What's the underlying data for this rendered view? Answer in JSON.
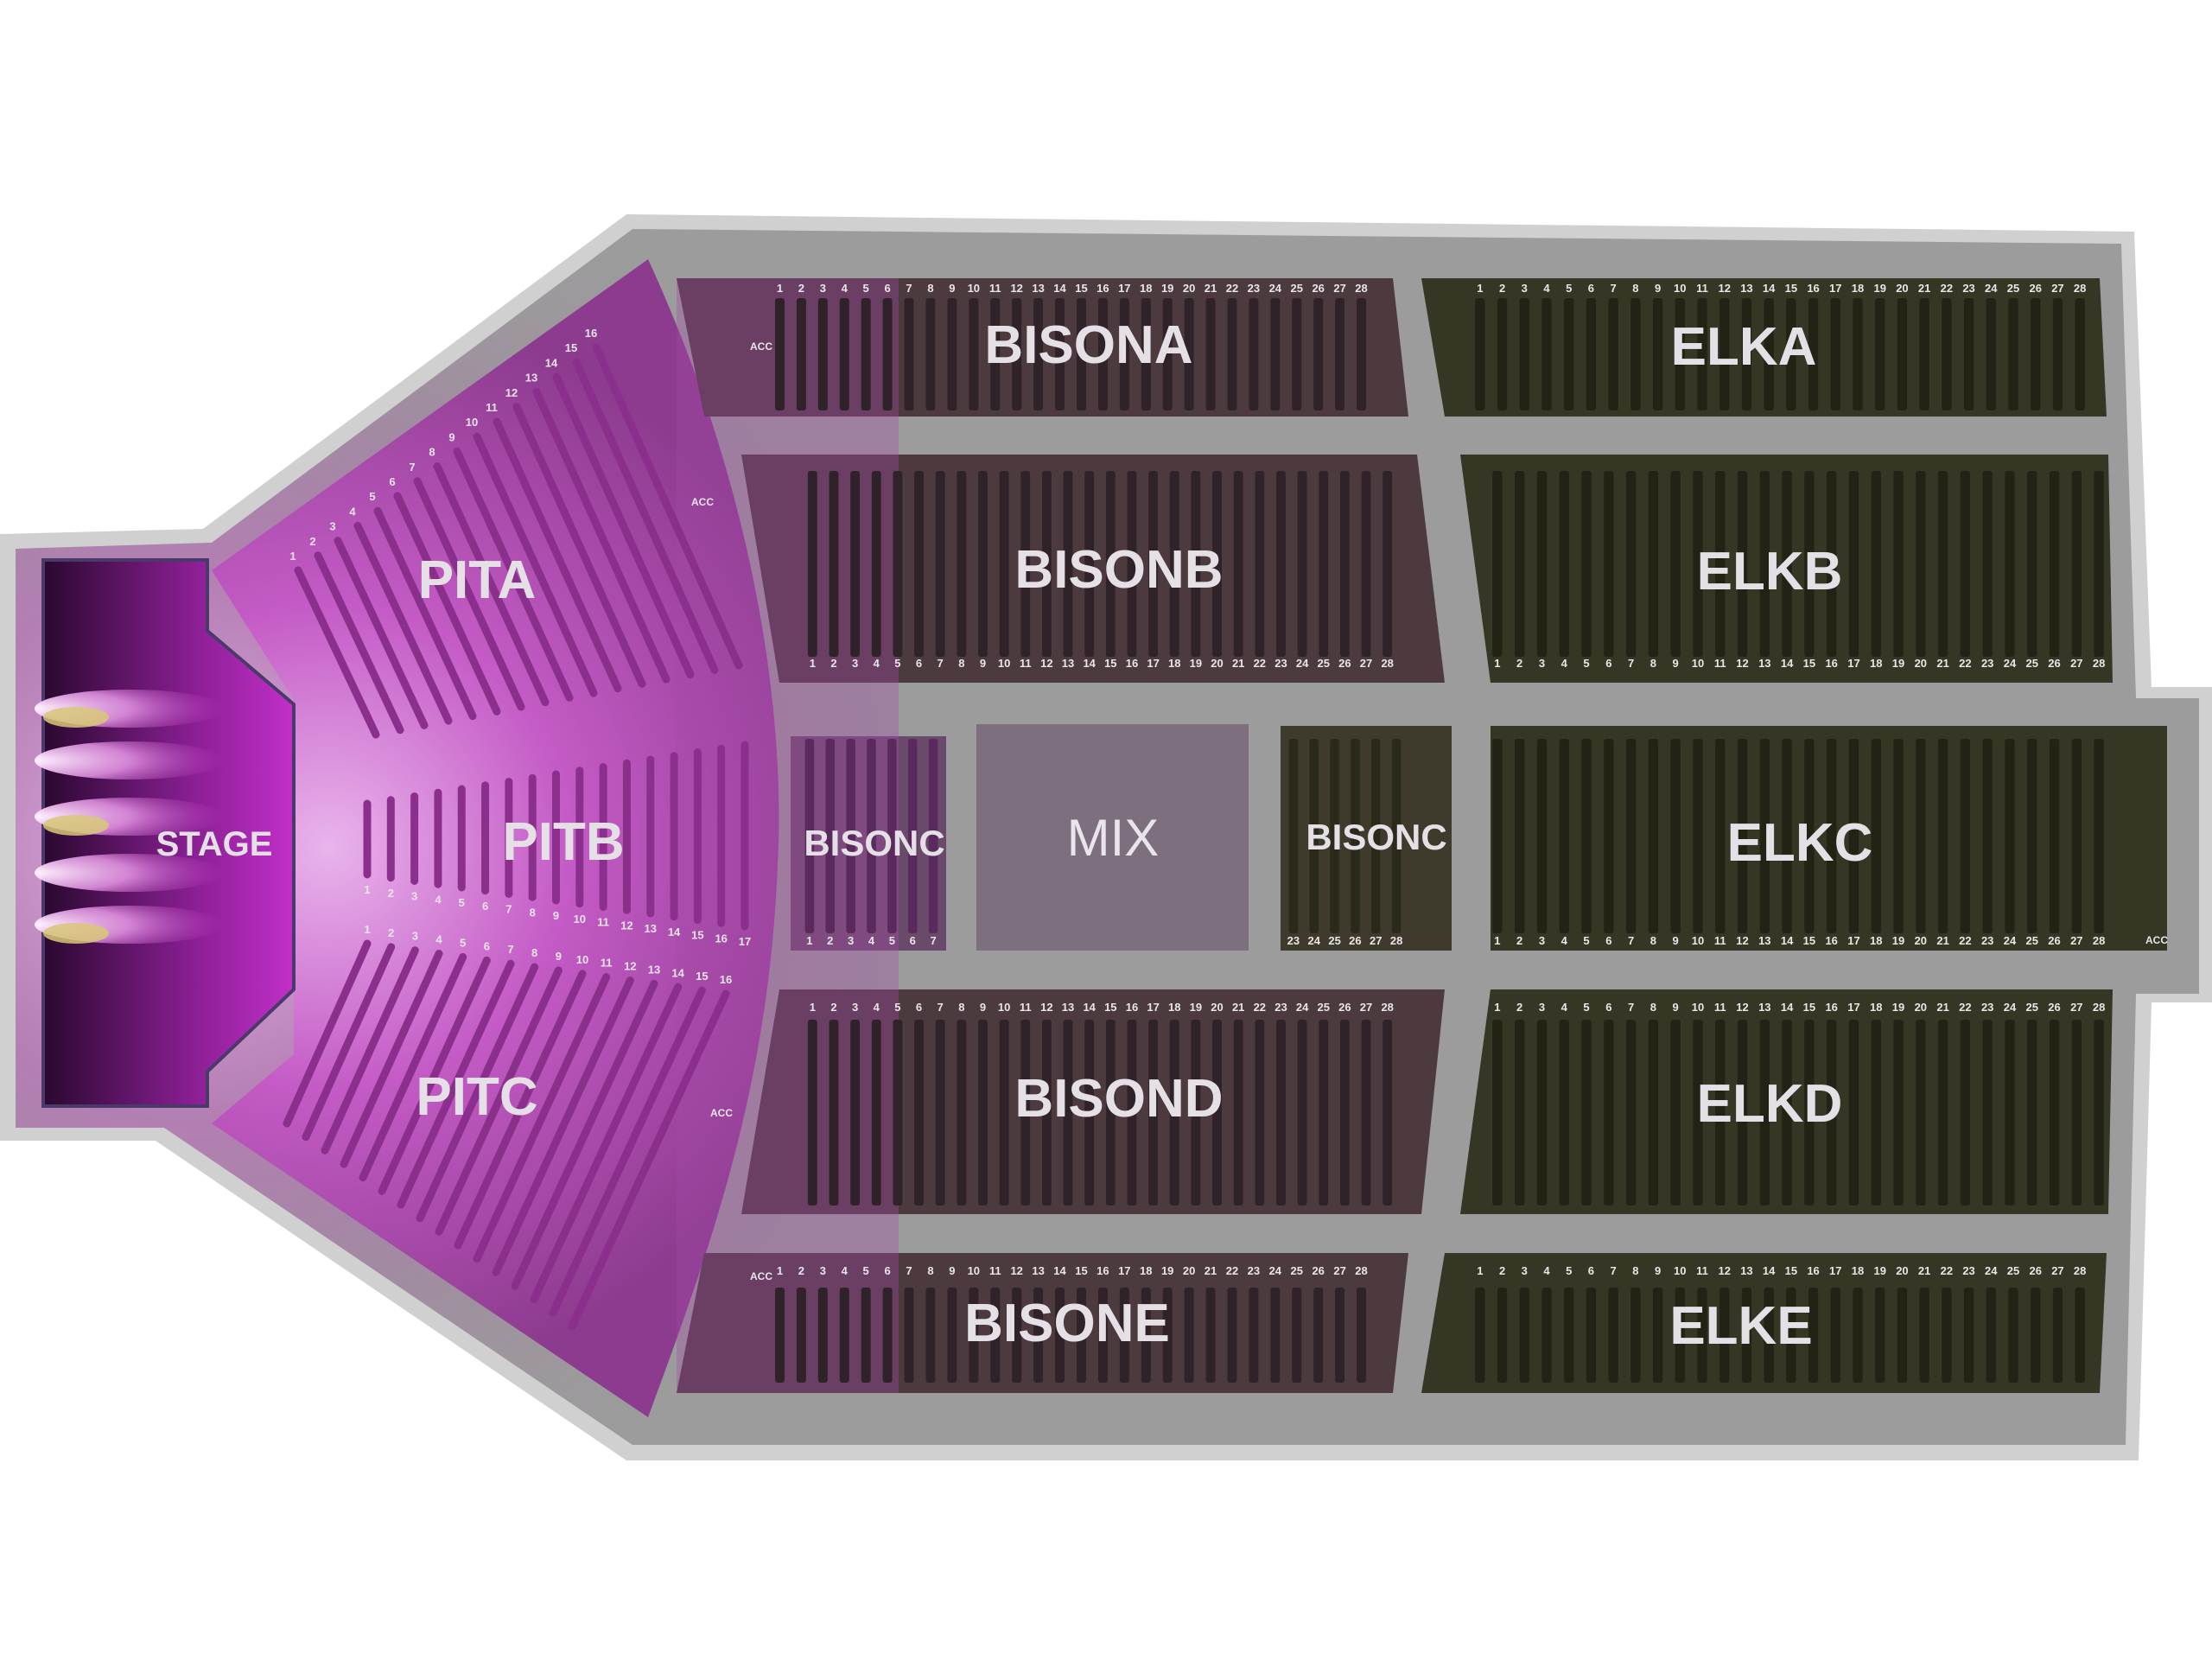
{
  "stage": {
    "label": "STAGE"
  },
  "mix": {
    "label": "MIX"
  },
  "acc_label": "ACC",
  "sections": {
    "pita": {
      "name": "PITA",
      "row_numbers": [
        "1",
        "2",
        "3",
        "4",
        "5",
        "6",
        "7",
        "8",
        "9",
        "10",
        "11",
        "12",
        "13",
        "14",
        "15",
        "16"
      ]
    },
    "pitb": {
      "name": "PITB",
      "row_numbers": [
        "1",
        "2",
        "3",
        "4",
        "5",
        "6",
        "7",
        "8",
        "9",
        "10",
        "11",
        "12",
        "13",
        "14",
        "15",
        "16",
        "17"
      ]
    },
    "pitc": {
      "name": "PITC",
      "row_numbers": [
        "1",
        "2",
        "3",
        "4",
        "5",
        "6",
        "7",
        "8",
        "9",
        "10",
        "11",
        "12",
        "13",
        "14",
        "15",
        "16"
      ]
    },
    "bisona": {
      "name": "BISONA",
      "row_numbers": [
        "1",
        "2",
        "3",
        "4",
        "5",
        "6",
        "7",
        "8",
        "9",
        "10",
        "11",
        "12",
        "13",
        "14",
        "15",
        "16",
        "17",
        "18",
        "19",
        "20",
        "21",
        "22",
        "23",
        "24",
        "25",
        "26",
        "27",
        "28"
      ]
    },
    "bisonb": {
      "name": "BISONB",
      "row_numbers": [
        "1",
        "2",
        "3",
        "4",
        "5",
        "6",
        "7",
        "8",
        "9",
        "10",
        "11",
        "12",
        "13",
        "14",
        "15",
        "16",
        "17",
        "18",
        "19",
        "20",
        "21",
        "22",
        "23",
        "24",
        "25",
        "26",
        "27",
        "28"
      ]
    },
    "bisonc_left": {
      "name": "BISONC",
      "row_numbers": [
        "1",
        "2",
        "3",
        "4",
        "5",
        "6",
        "7"
      ]
    },
    "bisonc_right": {
      "name": "BISONC",
      "row_numbers": [
        "23",
        "24",
        "25",
        "26",
        "27",
        "28"
      ]
    },
    "bisond": {
      "name": "BISOND",
      "row_numbers": [
        "1",
        "2",
        "3",
        "4",
        "5",
        "6",
        "7",
        "8",
        "9",
        "10",
        "11",
        "12",
        "13",
        "14",
        "15",
        "16",
        "17",
        "18",
        "19",
        "20",
        "21",
        "22",
        "23",
        "24",
        "25",
        "26",
        "27",
        "28"
      ]
    },
    "bisone": {
      "name": "BISONE",
      "row_numbers": [
        "1",
        "2",
        "3",
        "4",
        "5",
        "6",
        "7",
        "8",
        "9",
        "10",
        "11",
        "12",
        "13",
        "14",
        "15",
        "16",
        "17",
        "18",
        "19",
        "20",
        "21",
        "22",
        "23",
        "24",
        "25",
        "26",
        "27",
        "28"
      ]
    },
    "elka": {
      "name": "ELKA",
      "row_numbers": [
        "1",
        "2",
        "3",
        "4",
        "5",
        "6",
        "7",
        "8",
        "9",
        "10",
        "11",
        "12",
        "13",
        "14",
        "15",
        "16",
        "17",
        "18",
        "19",
        "20",
        "21",
        "22",
        "23",
        "24",
        "25",
        "26",
        "27",
        "28"
      ]
    },
    "elkb": {
      "name": "ELKB",
      "row_numbers": [
        "1",
        "2",
        "3",
        "4",
        "5",
        "6",
        "7",
        "8",
        "9",
        "10",
        "11",
        "12",
        "13",
        "14",
        "15",
        "16",
        "17",
        "18",
        "19",
        "20",
        "21",
        "22",
        "23",
        "24",
        "25",
        "26",
        "27",
        "28"
      ]
    },
    "elkc": {
      "name": "ELKC",
      "row_numbers": [
        "1",
        "2",
        "3",
        "4",
        "5",
        "6",
        "7",
        "8",
        "9",
        "10",
        "11",
        "12",
        "13",
        "14",
        "15",
        "16",
        "17",
        "18",
        "19",
        "20",
        "21",
        "22",
        "23",
        "24",
        "25",
        "26",
        "27",
        "28"
      ]
    },
    "elkd": {
      "name": "ELKD",
      "row_numbers": [
        "1",
        "2",
        "3",
        "4",
        "5",
        "6",
        "7",
        "8",
        "9",
        "10",
        "11",
        "12",
        "13",
        "14",
        "15",
        "16",
        "17",
        "18",
        "19",
        "20",
        "21",
        "22",
        "23",
        "24",
        "25",
        "26",
        "27",
        "28"
      ]
    },
    "elke": {
      "name": "ELKE",
      "row_numbers": [
        "1",
        "2",
        "3",
        "4",
        "5",
        "6",
        "7",
        "8",
        "9",
        "10",
        "11",
        "12",
        "13",
        "14",
        "15",
        "16",
        "17",
        "18",
        "19",
        "20",
        "21",
        "22",
        "23",
        "24",
        "25",
        "26",
        "27",
        "28"
      ]
    }
  },
  "colors": {
    "floor": "#a6a6a6",
    "pit": "#b63cb8",
    "bison": "#4a3540",
    "elk": "#343526",
    "stage": "#6a1a73",
    "mix": "#786878"
  }
}
